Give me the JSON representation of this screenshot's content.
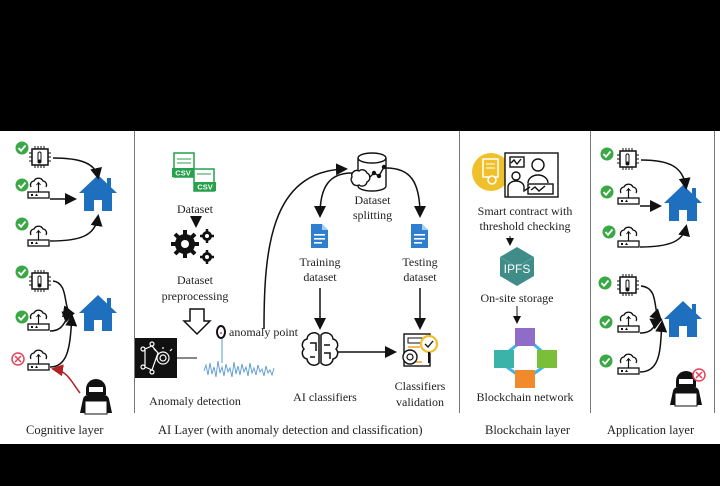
{
  "layers": {
    "cognitive": "Cognitive layer",
    "ai": "AI Layer (with anomaly detection and classification)",
    "blockchain": "Blockchain layer",
    "application": "Application layer"
  },
  "ai_layer": {
    "dataset": "Dataset",
    "csv_tag": "CSV",
    "preprocessing_line1": "Dataset",
    "preprocessing_line2": "preprocessing",
    "anomaly_point": "anomaly point",
    "anomaly_detection": "Anomaly detection",
    "splitting_line1": "Dataset",
    "splitting_line2": "splitting",
    "training_line1": "Training",
    "training_line2": "dataset",
    "testing_line1": "Testing",
    "testing_line2": "dataset",
    "ai_classifiers": "AI classifiers",
    "validation_line1": "Classifiers",
    "validation_line2": "validation"
  },
  "blockchain_layer": {
    "smart_contract_line1": "Smart contract with",
    "smart_contract_line2": "threshold checking",
    "ipfs": "IPFS",
    "storage": "On-site storage",
    "network": "Blockchain network"
  },
  "colors": {
    "house": "#1f6fbf",
    "check": "#3aa845",
    "cross": "#e0455a",
    "csv": "#27a14b",
    "doc": "#2f7fd0",
    "gold": "#f0c02a",
    "ipfs": "#3f8c88",
    "attack_arrow": "#b22222"
  }
}
